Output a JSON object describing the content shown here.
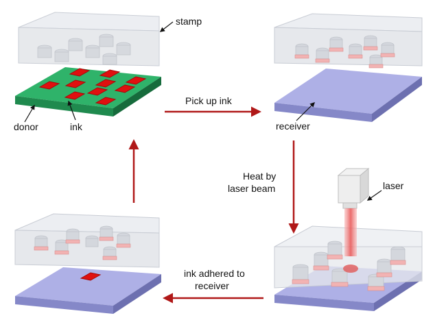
{
  "labels": {
    "stamp": "stamp",
    "donor": "donor",
    "ink": "ink",
    "receiver_top": "receiver",
    "pick_up_ink": "Pick up ink",
    "heat_line1": "Heat by",
    "heat_line2": "laser beam",
    "laser": "laser",
    "adhered_line1": "ink adhered to",
    "adhered_line2": "receiver"
  },
  "colors": {
    "arrow": "#b01818",
    "donor_top": "#2fb36a",
    "donor_front": "#1f8a4e",
    "donor_side": "#166b3c",
    "receiver_top": "#aeb0e6",
    "receiver_front": "#8588c8",
    "receiver_side": "#6d70b0",
    "ink": "#e01010",
    "ink_dark": "#a30808",
    "stamp_glass": "#e3e5ea",
    "post_pad": "#f2b3b3",
    "laser_beam": "#f06a6a"
  },
  "icons": {
    "pick_arrow": "arrow-right-icon",
    "heat_arrow": "arrow-down-icon",
    "adhered_arrow": "arrow-left-icon",
    "return_arrow": "arrow-up-icon"
  }
}
